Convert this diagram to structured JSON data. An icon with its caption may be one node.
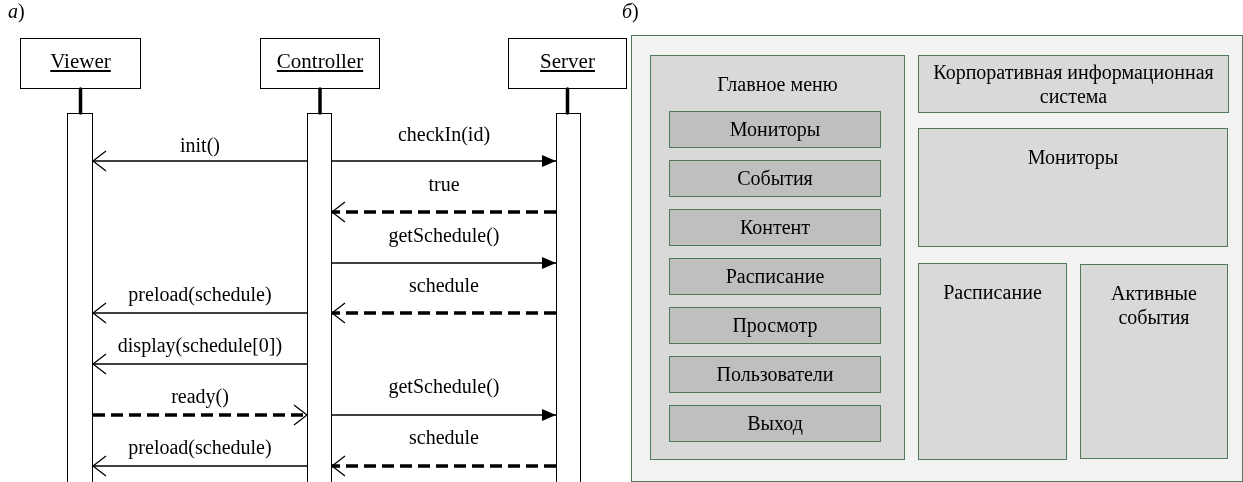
{
  "diagram": {
    "nodes": [
      {
        "text": [
          "Viewer"
        ]
      },
      {
        "text": [
          "Controller"
        ]
      },
      {
        "text": [
          "Server"
        ]
      },
      {
        "text": [],
        "shape": "bar"
      },
      {
        "text": [],
        "shape": "bar"
      },
      {
        "text": [],
        "shape": "bar"
      },
      {
        "text": [],
        "shape": "box"
      },
      {
        "text": [
          "Главное меню"
        ],
        "in": 6
      },
      {
        "text": [
          "Мониторы"
        ],
        "in": 7
      },
      {
        "text": [
          "События"
        ],
        "in": 7
      },
      {
        "text": [
          "Контент"
        ],
        "in": 7
      },
      {
        "text": [
          "Расписание"
        ],
        "in": 7
      },
      {
        "text": [
          "Просмотр"
        ],
        "in": 7
      },
      {
        "text": [
          "Пользователи"
        ],
        "in": 7
      },
      {
        "text": [
          "Выход"
        ],
        "in": 7
      },
      {
        "text": [
          "Корпоративная информационная система"
        ],
        "in": 6
      },
      {
        "text": [
          "Мониторы"
        ],
        "in": 6
      },
      {
        "text": [
          "Расписание"
        ],
        "in": 6
      },
      {
        "text": [
          "Активные события"
        ],
        "in": 6
      }
    ],
    "edges": [
      {
        "from": 0,
        "to": 3,
        "arrow": "none",
        "style": "thick"
      },
      {
        "from": 1,
        "to": 4,
        "arrow": "none",
        "style": "thick"
      },
      {
        "from": 2,
        "to": 5,
        "arrow": "none",
        "style": "thick"
      },
      {
        "from": 4,
        "to": 3,
        "arrow": "to",
        "label": "init()"
      },
      {
        "from": 4,
        "to": 5,
        "arrow": "to",
        "label": "checkIn(id)"
      },
      {
        "from": 5,
        "to": 4,
        "arrow": "to",
        "label": "true",
        "style": "dashed"
      },
      {
        "from": 4,
        "to": 5,
        "arrow": "to",
        "label": "getSchedule()"
      },
      {
        "from": 5,
        "to": 4,
        "arrow": "to",
        "label": "schedule",
        "style": "dashed"
      },
      {
        "from": 4,
        "to": 3,
        "arrow": "to",
        "label": "preload(schedule)"
      },
      {
        "from": 4,
        "to": 3,
        "arrow": "to",
        "label": "display(schedule[0])"
      },
      {
        "from": 3,
        "to": 4,
        "arrow": "to",
        "label": "ready()",
        "style": "dashed"
      },
      {
        "from": 4,
        "to": 5,
        "arrow": "to",
        "label": "getSchedule()"
      },
      {
        "from": 5,
        "to": 4,
        "arrow": "to",
        "label": "schedule",
        "style": "dashed"
      },
      {
        "from": 4,
        "to": 3,
        "arrow": "to",
        "label": "preload(schedule)"
      }
    ],
    "labels": [
      "*а*)",
      "*б*)"
    ]
  }
}
